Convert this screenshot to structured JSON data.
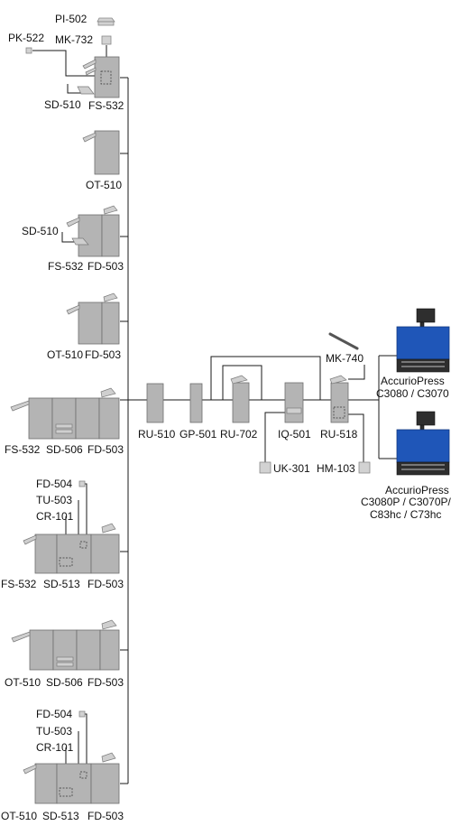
{
  "labels": {
    "pi502": "PI-502",
    "pk522": "PK-522",
    "mk732": "MK-732",
    "sd510_a": "SD-510",
    "fs532_a": "FS-532",
    "ot510_a": "OT-510",
    "sd510_b": "SD-510",
    "fs532_b": "FS-532",
    "fd503_b": "FD-503",
    "ot510_c": "OT-510",
    "fd503_c": "FD-503",
    "fs532_d": "FS-532",
    "sd506_d": "SD-506",
    "fd503_d": "FD-503",
    "fd504_e": "FD-504",
    "tu503_e": "TU-503",
    "cr101_e": "CR-101",
    "fs532_e": "FS-532",
    "sd513_e": "SD-513",
    "fd503_e": "FD-503",
    "ot510_f": "OT-510",
    "sd506_f": "SD-506",
    "fd503_f": "FD-503",
    "fd504_g": "FD-504",
    "tu503_g": "TU-503",
    "cr101_g": "CR-101",
    "ot510_g": "OT-510",
    "sd513_g": "SD-513",
    "fd503_g": "FD-503",
    "ru510": "RU-510",
    "gp501": "GP-501",
    "ru702": "RU-702",
    "iq501": "IQ-501",
    "ru518": "RU-518",
    "mk740": "MK-740",
    "uk301": "UK-301",
    "hm103": "HM-103",
    "press1_name": "AccurioPress",
    "press1_models": "C3080 / C3070",
    "press2_name": "AccurioPress",
    "press2_models_1": "C3080P / C3070P/",
    "press2_models_2": "C83hc / C73hc"
  }
}
